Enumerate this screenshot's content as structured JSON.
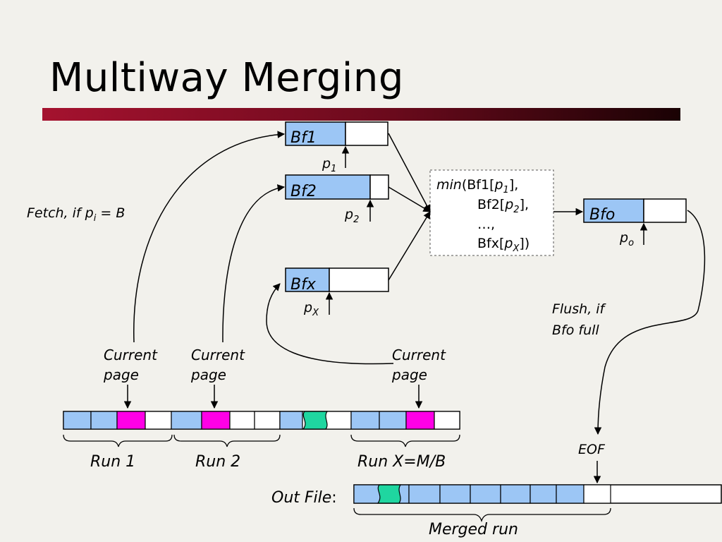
{
  "title": "Multiway Merging",
  "colors": {
    "buffer_fill": "#9cc6f5",
    "current_page": "#ff00e6",
    "green_blob": "#1fd6a0",
    "title_bar_start": "#a5122f",
    "title_bar_end": "#1a0204"
  },
  "buffers": {
    "bf1": {
      "label": "Bf1",
      "pointer_main": "p",
      "pointer_sub": "1"
    },
    "bf2": {
      "label": "Bf2",
      "pointer_main": "p",
      "pointer_sub": "2"
    },
    "bfx": {
      "label": "Bfx",
      "pointer_main": "p",
      "pointer_sub": "X"
    },
    "bfo": {
      "label": "Bfo",
      "pointer_main": "p",
      "pointer_sub": "o"
    }
  },
  "fetch": {
    "text": "Fetch, if p",
    "sub": "i",
    "rest": " = B"
  },
  "min_box": {
    "fn": "min",
    "line1_pre": "(Bf1[",
    "line1_var": "p",
    "line1_sub": "1",
    "line1_post": "],",
    "line2_pre": "Bf2[",
    "line2_var": "p",
    "line2_sub": "2",
    "line2_post": "],",
    "line3": "…,",
    "line4_pre": "Bfx[",
    "line4_var": "p",
    "line4_sub": "X",
    "line4_post": "])"
  },
  "flush": {
    "line1": "Flush, if",
    "line2": "Bfo full"
  },
  "current_page": {
    "line1": "Current",
    "line2": "page"
  },
  "runs": {
    "run1": "Run 1",
    "run2": "Run 2",
    "runx": "Run X=M/B"
  },
  "eof": "EOF",
  "out_file": {
    "label": "Out File",
    "colon": ":"
  },
  "merged_run": "Merged run"
}
